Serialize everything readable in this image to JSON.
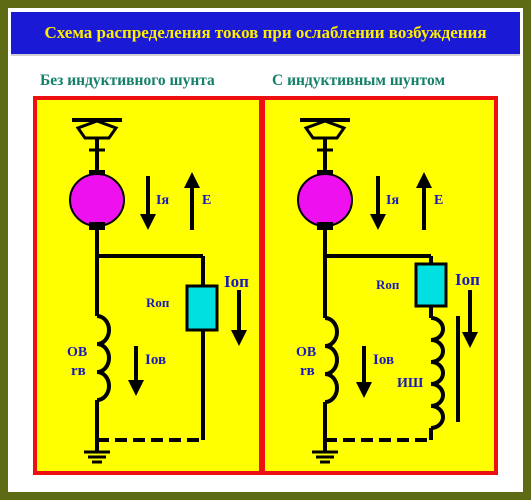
{
  "title": "Схема распределения токов при ослаблении возбуждения",
  "panels": [
    {
      "heading": "Без индуктивного шунта",
      "label_ia": "Iя",
      "label_e": "E",
      "label_rop": "Rоп",
      "label_iop": "Iоп",
      "label_ov": "ОВ",
      "label_rv": "rв",
      "label_iov": "Iов"
    },
    {
      "heading": "С индуктивным шунтом",
      "label_ia": "Iя",
      "label_e": "E",
      "label_rop": "Rоп",
      "label_iop": "Iоп",
      "label_ov": "ОВ",
      "label_rv": "rв",
      "label_iov": "Iов",
      "label_ish": "ИШ"
    }
  ],
  "colors": {
    "background": "#5f6b14",
    "title_bar": "#1a1ad6",
    "title_text": "#ffee00",
    "subtitle_text": "#15806a",
    "panel_fill": "#ffff00",
    "panel_border": "#ee1010",
    "motor": "#ee10ee",
    "resistor": "#00e0e0",
    "label_text": "#1a1ab8"
  }
}
